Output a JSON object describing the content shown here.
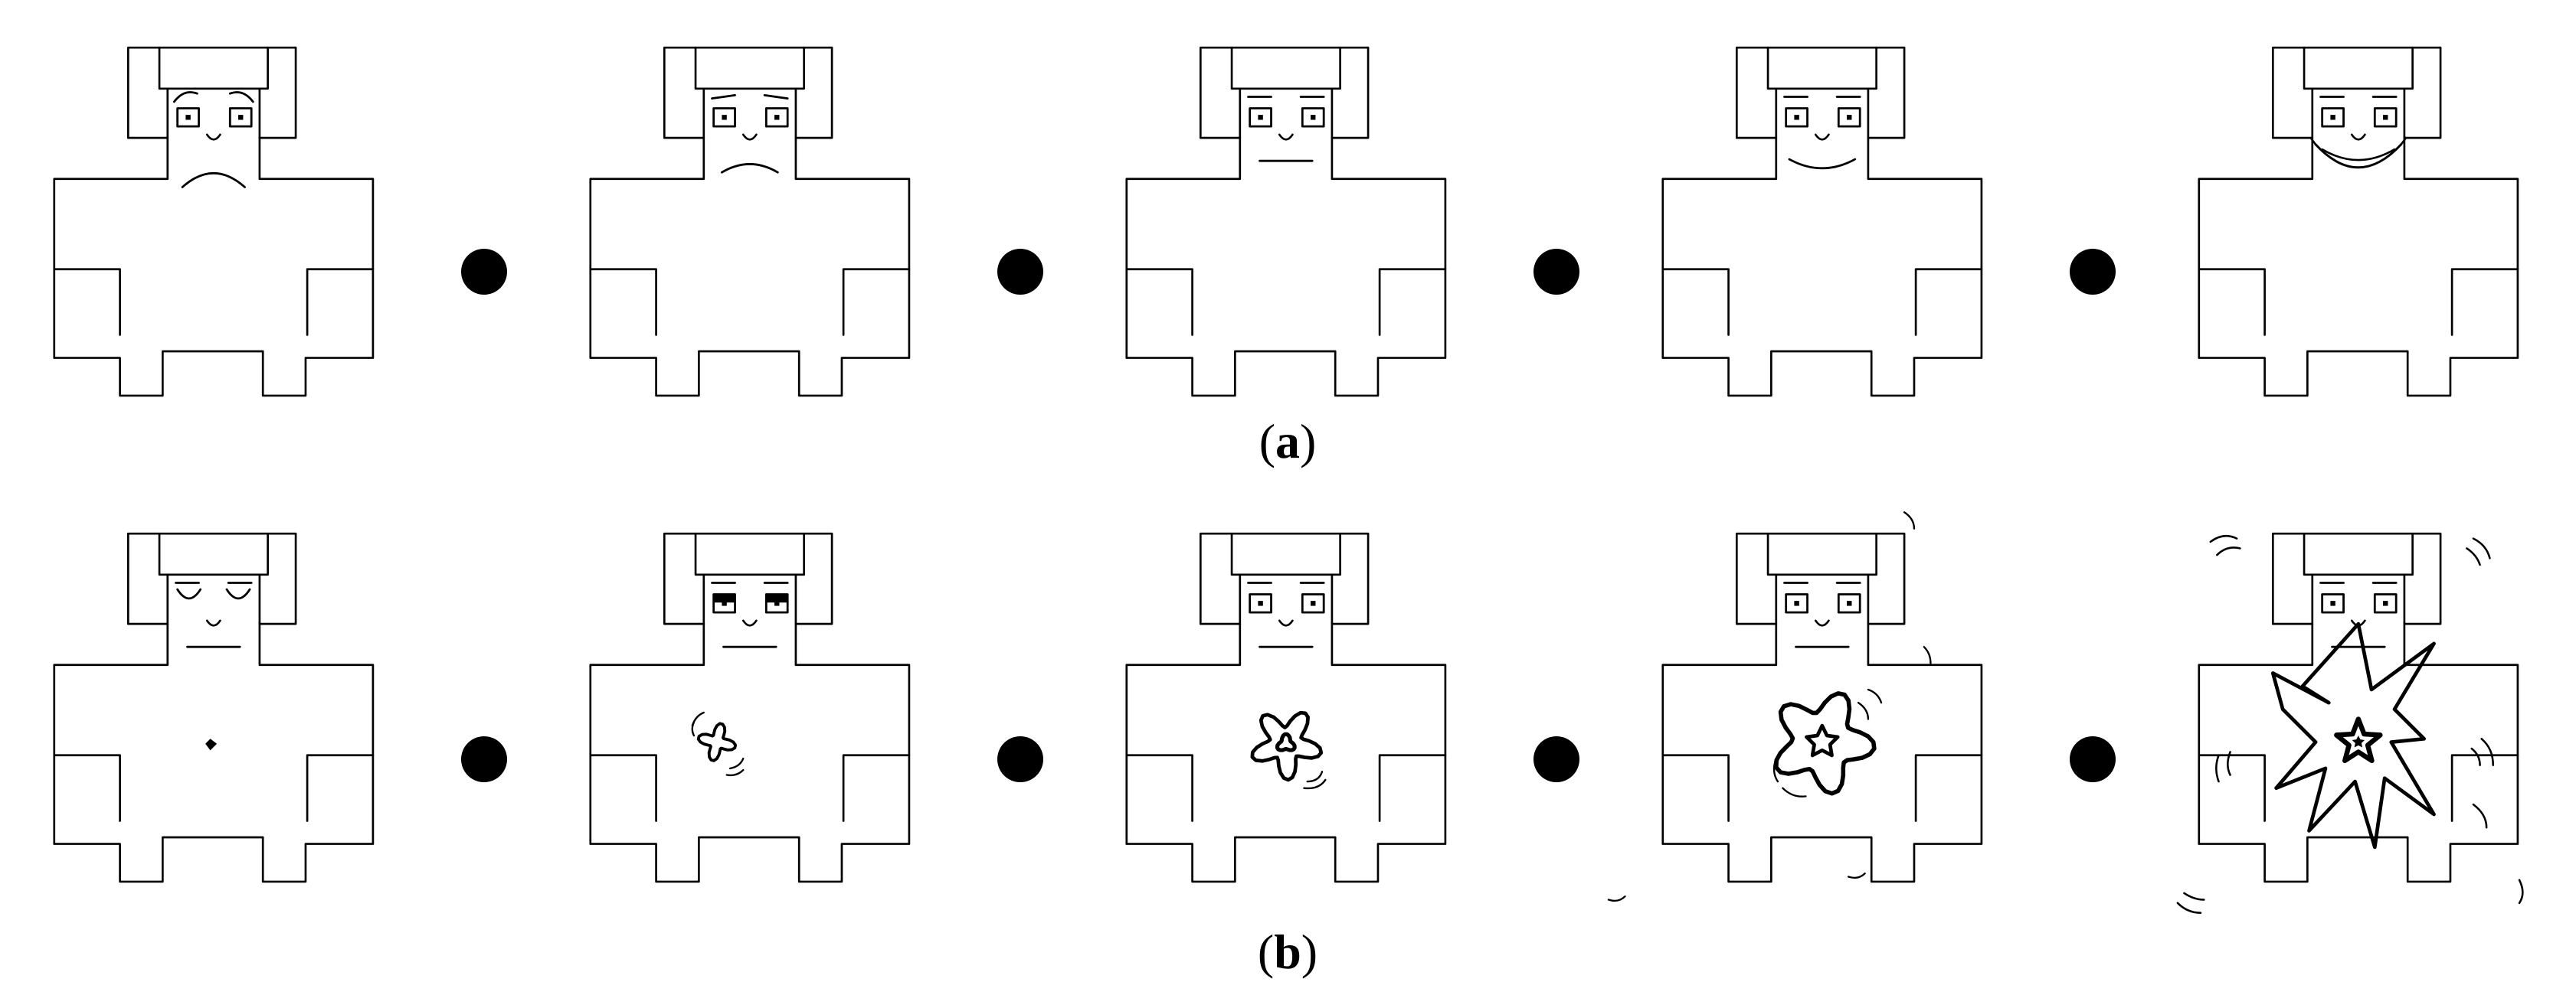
{
  "figure": {
    "row_a": {
      "label": "a",
      "description_kind": "valence",
      "figures": [
        {
          "mouth": "frown-strong",
          "brows": "worried"
        },
        {
          "mouth": "frown-slight",
          "brows": "slight"
        },
        {
          "mouth": "neutral",
          "brows": "flat"
        },
        {
          "mouth": "smile-slight",
          "brows": "flat"
        },
        {
          "mouth": "smile-big",
          "brows": "flat"
        }
      ]
    },
    "row_b": {
      "label": "b",
      "description_kind": "arousal",
      "figures": [
        {
          "level": 1,
          "eyes": "closed"
        },
        {
          "level": 2,
          "eyes": "half"
        },
        {
          "level": 3,
          "eyes": "open"
        },
        {
          "level": 4,
          "eyes": "open"
        },
        {
          "level": 5,
          "eyes": "open"
        }
      ]
    },
    "colors": {
      "line": "#000000",
      "background": "#ffffff"
    }
  }
}
